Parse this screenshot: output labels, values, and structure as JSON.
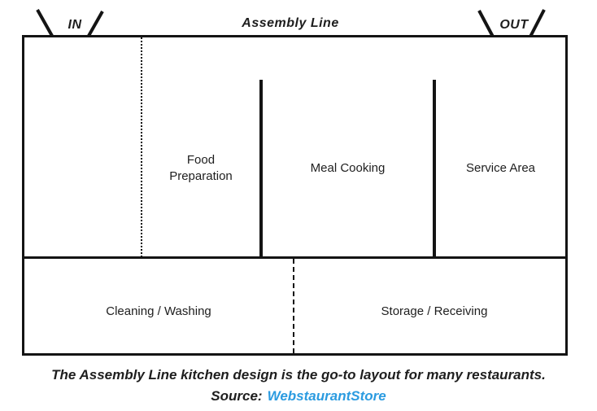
{
  "flow": {
    "in_label": "IN",
    "title": "Assembly Line",
    "out_label": "OUT"
  },
  "zones": {
    "food_preparation": "Food\nPreparation",
    "meal_cooking": "Meal Cooking",
    "service_area": "Service Area",
    "cleaning_washing": "Cleaning / Washing",
    "storage_receiving": "Storage / Receiving"
  },
  "caption": {
    "text": "The Assembly Line kitchen design is the go-to layout for many restaurants.",
    "source_label": "Source:",
    "source_link": "WebstaurantStore"
  },
  "colors": {
    "line": "#141414",
    "text": "#1e1e1e",
    "link": "#2b9be0"
  }
}
